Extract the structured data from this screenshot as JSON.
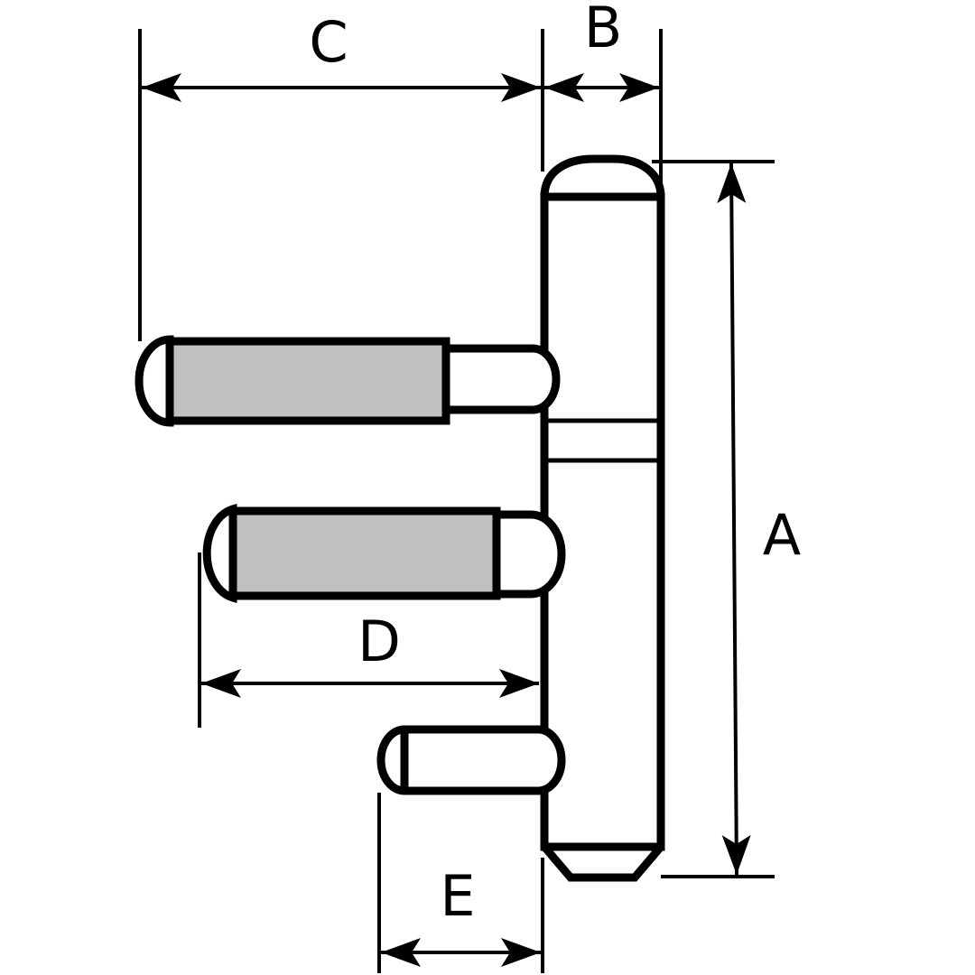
{
  "labels": {
    "a": "A",
    "b": "B",
    "c": "C",
    "d": "D",
    "e": "E"
  },
  "colors": {
    "stroke": "#000000",
    "sleeve_fill": "#c0c0c0",
    "background": "#ffffff"
  }
}
